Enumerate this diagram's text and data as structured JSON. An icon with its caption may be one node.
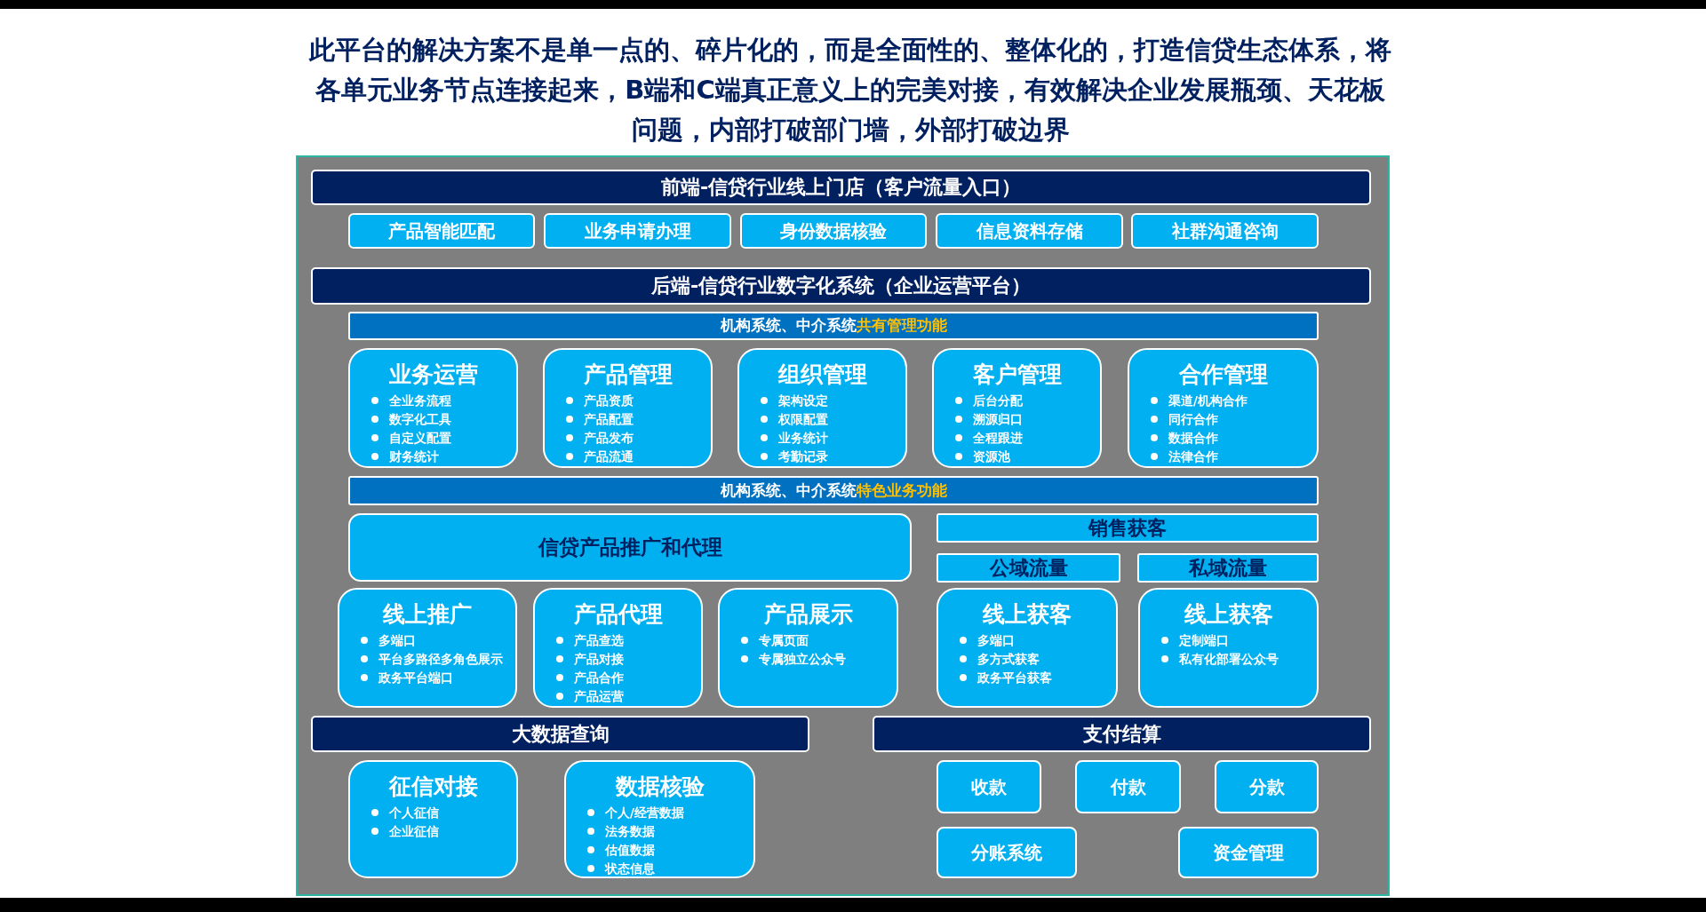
{
  "diagram": {
    "title": "此平台的解决方案不是单一点的、碎片化的，而是全面性的、整体化的，打造信贷生态体系，将各单元业务节点连接起来，B端和C端真正意义上的完美对接，有效解决企业发展瓶颈、天花板问题，内部打破部门墙，外部打破边界",
    "nodes": [
      {
        "text": [
          "前端-信贷行业线上门店（客户流量入口）"
        ]
      },
      {
        "text": [
          "产品智能匹配"
        ]
      },
      {
        "text": [
          "业务申请办理"
        ]
      },
      {
        "text": [
          "身份数据核验"
        ]
      },
      {
        "text": [
          "信息资料存储"
        ]
      },
      {
        "text": [
          "社群沟通咨询"
        ]
      },
      {
        "text": [
          "后端-信贷行业数字化系统（企业运营平台）"
        ]
      },
      {
        "text": [
          "机构系统、中介系统**共有管理功能**"
        ]
      },
      {
        "text": [
          "业务运营",
          "全业务流程",
          "数字化工具",
          "自定义配置",
          "财务统计"
        ]
      },
      {
        "text": [
          "产品管理",
          "产品资质",
          "产品配置",
          "产品发布",
          "产品流通"
        ]
      },
      {
        "text": [
          "组织管理",
          "架构设定",
          "权限配置",
          "业务统计",
          "考勤记录"
        ]
      },
      {
        "text": [
          "客户管理",
          "后台分配",
          "溯源归口",
          "全程跟进",
          "资源池"
        ]
      },
      {
        "text": [
          "合作管理",
          "渠道/机构合作",
          "同行合作",
          "数据合作",
          "法律合作"
        ]
      },
      {
        "text": [
          "机构系统、中介系统**特色业务功能**"
        ]
      },
      {
        "text": [
          "信贷产品推广和代理"
        ]
      },
      {
        "text": [
          "销售获客"
        ]
      },
      {
        "text": [
          "公域流量"
        ]
      },
      {
        "text": [
          "私域流量"
        ]
      },
      {
        "text": [
          "线上推广",
          "多端口",
          "平台多路径多角色展示",
          "政务平台端口"
        ]
      },
      {
        "text": [
          "产品代理",
          "产品查选",
          "产品对接",
          "产品合作",
          "产品运营"
        ]
      },
      {
        "text": [
          "产品展示",
          "专属页面",
          "专属独立公众号"
        ]
      },
      {
        "text": [
          "线上获客",
          "多端口",
          "多方式获客",
          "政务平台获客"
        ]
      },
      {
        "text": [
          "线上获客",
          "定制端口",
          "私有化部署公众号"
        ]
      },
      {
        "text": [
          "大数据查询"
        ]
      },
      {
        "text": [
          "支付结算"
        ]
      },
      {
        "text": [
          "征信对接",
          "个人征信",
          "企业征信"
        ]
      },
      {
        "text": [
          "数据核验",
          "个人/经营数据",
          "法务数据",
          "估值数据",
          "状态信息"
        ]
      },
      {
        "text": [
          "收款"
        ]
      },
      {
        "text": [
          "付款"
        ]
      },
      {
        "text": [
          "分款"
        ]
      },
      {
        "text": [
          "分账系统"
        ]
      },
      {
        "text": [
          "资金管理"
        ]
      }
    ]
  }
}
